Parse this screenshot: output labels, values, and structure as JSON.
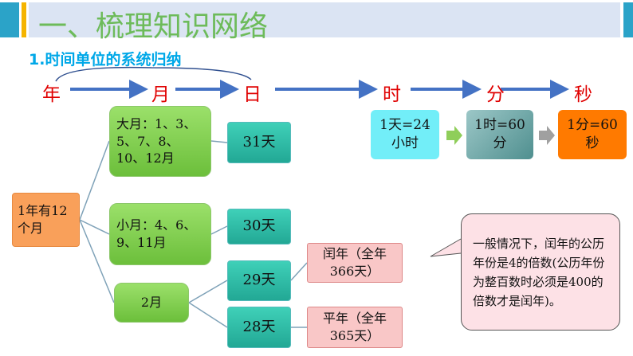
{
  "header": {
    "title": "一、梳理知识网络",
    "subtitle": "1.时间单位的系统归纳"
  },
  "units": [
    "年",
    "月",
    "日",
    "时",
    "分",
    "秒"
  ],
  "conversions": [
    {
      "label": "1天=24小时"
    },
    {
      "label": "1时=60分"
    },
    {
      "label": "1分=60秒"
    }
  ],
  "tree": {
    "root": "1年有12个月",
    "big_month": "大月：1、3、5、7、8、10、12月",
    "big_days": "31天",
    "small_month": "小月：4、6、9、11月",
    "small_days": "30天",
    "feb": "2月",
    "feb_leap": "29天",
    "feb_common": "28天",
    "leap_year": "闰年（全年366天）",
    "common_year": "平年（全年365天）"
  },
  "note": "一般情况下，闰年的公历年份是4的倍数(公历年份为整百数时必须是400的倍数才是闰年)。",
  "colors": {
    "title": "#6dbb5a",
    "subtitle": "#00a8e8",
    "unit": "#e00000",
    "arrow": "#4472c4"
  }
}
